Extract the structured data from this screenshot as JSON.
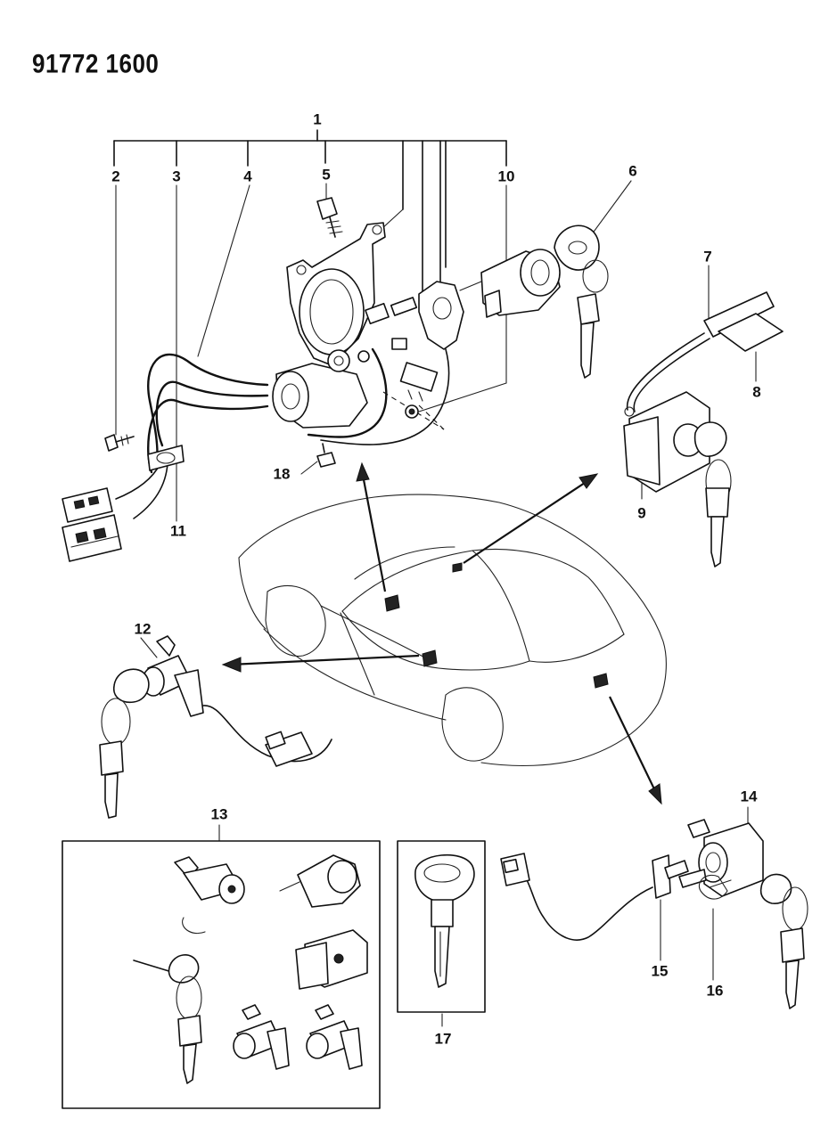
{
  "document": {
    "diagram_id": "91772 1600"
  },
  "callouts": [
    {
      "id": "1",
      "label": "1"
    },
    {
      "id": "2",
      "label": "2"
    },
    {
      "id": "3",
      "label": "3"
    },
    {
      "id": "4",
      "label": "4"
    },
    {
      "id": "5",
      "label": "5"
    },
    {
      "id": "6",
      "label": "6"
    },
    {
      "id": "7",
      "label": "7"
    },
    {
      "id": "8",
      "label": "8"
    },
    {
      "id": "9",
      "label": "9"
    },
    {
      "id": "10",
      "label": "10"
    },
    {
      "id": "11",
      "label": "11"
    },
    {
      "id": "12",
      "label": "12"
    },
    {
      "id": "13",
      "label": "13"
    },
    {
      "id": "14",
      "label": "14"
    },
    {
      "id": "15",
      "label": "15"
    },
    {
      "id": "16",
      "label": "16"
    },
    {
      "id": "17",
      "label": "17"
    },
    {
      "id": "18",
      "label": "18"
    }
  ]
}
